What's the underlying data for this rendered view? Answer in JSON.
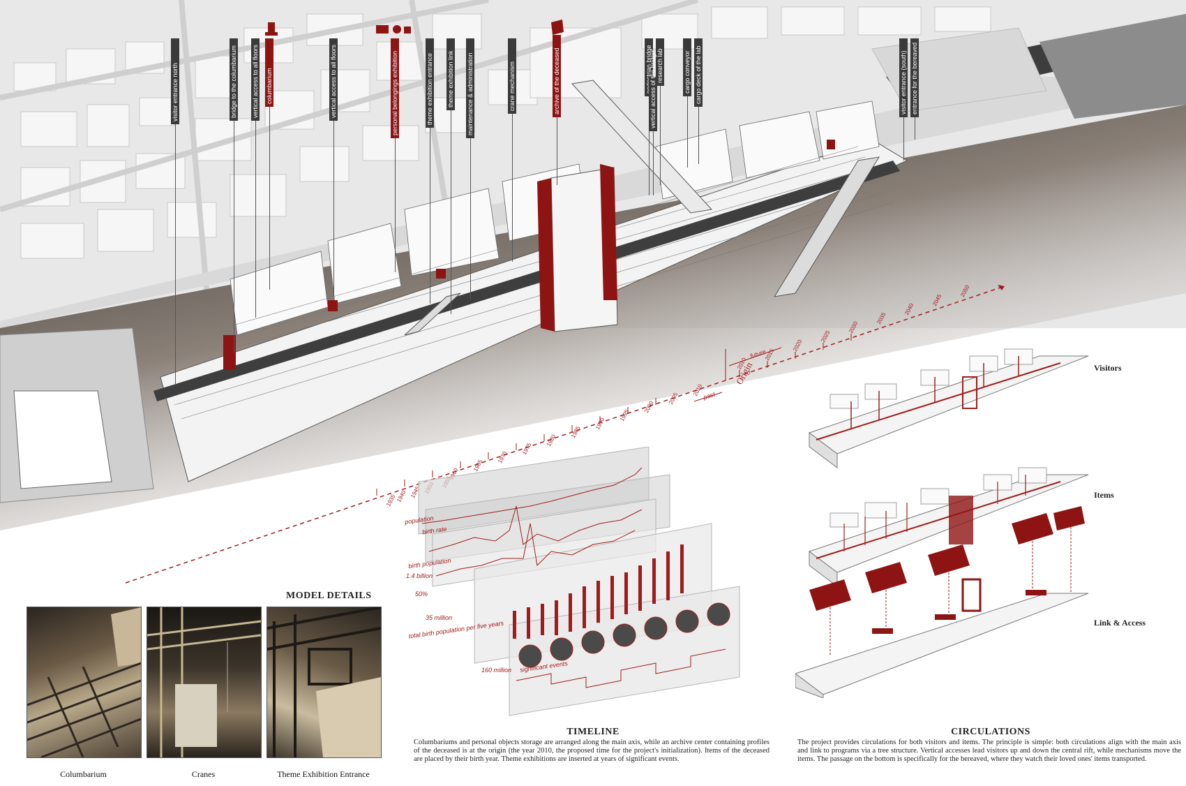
{
  "callouts": [
    {
      "text": "visitor entrance north",
      "style": "dark"
    },
    {
      "text": "bridge to the columbarium",
      "style": "dark"
    },
    {
      "text": "vertical access to all floors",
      "style": "dark"
    },
    {
      "text": "columbarium",
      "style": "red"
    },
    {
      "text": "vertical access to all floors",
      "style": "dark"
    },
    {
      "text": "personal belongings exhibition",
      "style": "red"
    },
    {
      "text": "theme exhibition entrance",
      "style": "dark"
    },
    {
      "text": "theme exhibition link",
      "style": "dark"
    },
    {
      "text": "maintenance & administration",
      "style": "dark"
    },
    {
      "text": "crane mechanism",
      "style": "dark"
    },
    {
      "text": "archive of the deceased",
      "style": "red"
    },
    {
      "text": "pedestrian bridge",
      "style": "dark"
    },
    {
      "text": "research lab",
      "style": "dark"
    },
    {
      "text": "vertical access of the bridge",
      "style": "dark"
    },
    {
      "text": "cargo conveyor",
      "style": "dark"
    },
    {
      "text": "cargo deck of the lab",
      "style": "dark"
    },
    {
      "text": "visitor entrance (south)",
      "style": "dark"
    },
    {
      "text": "entrance for the bereaved",
      "style": "dark"
    }
  ],
  "timeline_axis": {
    "origin": "Origin",
    "future": "future",
    "past": "past",
    "future_years": [
      "2010",
      "2015",
      "2020",
      "2025",
      "2030",
      "2035",
      "2040",
      "2045",
      "2050"
    ],
    "past_years": [
      "2010",
      "2005",
      "2000",
      "1995",
      "1990",
      "1985",
      "1980",
      "1975",
      "1970",
      "1965",
      "1960",
      "1955",
      "1950",
      "1945",
      "1940",
      "1935"
    ]
  },
  "timeline_layers": {
    "population": "population",
    "birth_rate": "birth rate",
    "birth_population": "birth population",
    "value_1": "1.4 billion",
    "value_2": "50%",
    "value_3": "35  million",
    "total_birth": "total birth population per five years",
    "value_4": "160 million",
    "significant_events": "significant events"
  },
  "circulations": {
    "visitors": "Visitors",
    "items": "Items",
    "link_access": "Link & Access"
  },
  "model_details": {
    "title": "MODEL DETAILS",
    "captions": [
      "Columbarium",
      "Cranes",
      "Theme Exhibition Entrance"
    ]
  },
  "timeline_text": {
    "title": "TIMELINE",
    "body": "Columbariums and personal objects storage are arranged along the main axis, while an archive center containing profiles of the deceased is at the origin (the year 2010, the proposed time for the project's initialization). Items of the deceased are placed by their birth year. Theme exhibitions are inserted at years of significant events."
  },
  "circulations_text": {
    "title": "CIRCULATIONS",
    "body": "The project provides circulations for both visitors and items. The principle is simple: both circulations align with the main axis and link to programs via a tree structure. Vertical accesses lead visitors up and down the central rift, while mechanisms move the items. The passage on the bottom is specifically for the bereaved, where they watch  their loved ones' items transported."
  },
  "colors": {
    "accent": "#8e1414",
    "ground": "#7a716a",
    "map": "#e9e9e9"
  }
}
